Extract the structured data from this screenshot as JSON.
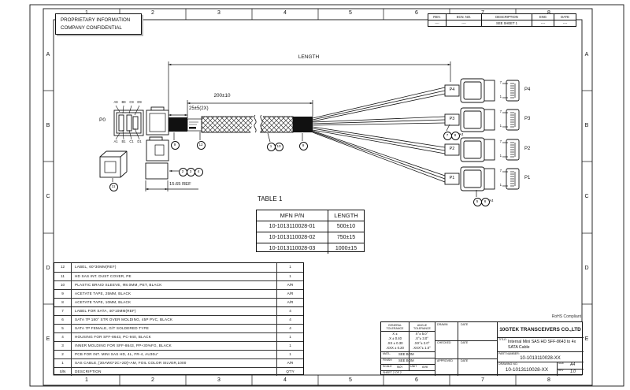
{
  "sheet": {
    "grid_cols": [
      "1",
      "2",
      "3",
      "4",
      "5",
      "6",
      "7",
      "8"
    ],
    "grid_rows": [
      "A",
      "B",
      "C",
      "D",
      "E"
    ],
    "rohs": "RoHS Compliant"
  },
  "confidential": {
    "line1": "PROPRIETARY INFORMATION",
    "line2": "COMPANY CONFIDENTIAL"
  },
  "revision_table": {
    "col_rev": "REV.",
    "col_ecn": "ECN. NO.",
    "col_desc": "DESCRIPTION",
    "col_eng": "ENG",
    "col_date": "DATE",
    "val_rev": "----",
    "val_ecn": "----",
    "val_desc": "SEE SHEET 1",
    "val_eng": "----",
    "val_date": "----"
  },
  "drawing": {
    "length_label": "LENGTH",
    "dim_200": "200±10",
    "dim_25": "25±5(2X)",
    "dim_1565": "15.65 REF",
    "p0": {
      "label": "P0",
      "pins_top": [
        "A9",
        "B9",
        "C9",
        "D9"
      ],
      "pins_bottom": [
        "A1",
        "B1",
        "C1",
        "D1"
      ]
    },
    "sata": {
      "ports": [
        "P4",
        "P3",
        "P2",
        "P1"
      ],
      "pin_top": "7",
      "pin_bottom": "1",
      "x4": "X4"
    },
    "balloons": {
      "b1": "1",
      "b2": "2",
      "b3": "3",
      "b4": "4",
      "b5": "5",
      "b6": "6",
      "b7": "7",
      "b8": "8",
      "b9": "9",
      "b10": "10",
      "b11": "11",
      "b12": "12"
    }
  },
  "table1": {
    "title": "TABLE 1",
    "col_pn": "MFN P/N",
    "col_len": "LENGTH",
    "rows": [
      {
        "pn": "10-1013110028-01",
        "len": "500±10"
      },
      {
        "pn": "10-1013110028-02",
        "len": "750±15"
      },
      {
        "pn": "10-1013110028-03",
        "len": "1000±15"
      }
    ]
  },
  "bom": {
    "rows": [
      {
        "sn": "12",
        "desc": "LABEL, 60*30MM(REF)",
        "qty": "1"
      },
      {
        "sn": "11",
        "desc": "HD SAS INT. DUST COVER, PE",
        "qty": "1"
      },
      {
        "sn": "10",
        "desc": "PLASTIC BRAID SLEEVE, Φ8.0MM, PET, BLACK",
        "qty": "A/R"
      },
      {
        "sn": "9",
        "desc": "ACETATE TAPE, 25MM, BLACK",
        "qty": "A/R"
      },
      {
        "sn": "8",
        "desc": "ACETATE TAPE, 10MM, BLACK",
        "qty": "A/R"
      },
      {
        "sn": "7",
        "desc": "LABEL FOR SATA, 40*10MM(REF)",
        "qty": "4"
      },
      {
        "sn": "6",
        "desc": "SATA 7P 180° STR OVER MOLDING, 45P PVC, BLACK",
        "qty": "4"
      },
      {
        "sn": "5",
        "desc": "SATA 7P FEMALE, G/T SOLDERED TYPE",
        "qty": "4"
      },
      {
        "sn": "4",
        "desc": "HOUSING FOR SFF-8643, PC-940, BLACK",
        "qty": "1"
      },
      {
        "sn": "3",
        "desc": "INNER MOLDING FOR SFF-8643, PP+30%FG, BLACK",
        "qty": "1"
      },
      {
        "sn": "2",
        "desc": "PCB FOR INT. MINI SAS HD, 4L, FR-4, AU30u\"",
        "qty": "1"
      },
      {
        "sn": "1",
        "desc": "SAS CABLE, [30AWG*2C+2D]+AM, FOIL COLOR SILVER,1000",
        "qty": "A/R"
      },
      {
        "sn": "S/N",
        "desc": "DESCRIPTION",
        "qty": "Q'TY"
      }
    ]
  },
  "title_block": {
    "general_tol": "GENERAL TOLERANCE",
    "angle_tol": "ANGLE TOLERANCE",
    "tol": [
      {
        "g": "X ±",
        "a": "X°± 5.0°"
      },
      {
        "g": ".X ± 0.40",
        "a": ".X°± 3.0°"
      },
      {
        "g": ".XX ± 0.30",
        "a": ".XX°± 2.0°"
      },
      {
        "g": ".XXX ± 0.20",
        "a": ".XXX°± 1.0°"
      }
    ],
    "matl_label": "MATL.",
    "matl_value": "SEE BOM",
    "finish_label": "FINISH",
    "finish_value": "SEE BOM",
    "scale_label": "SCALE",
    "scale_value": "N/A",
    "unit_label": "UNIT",
    "unit_value": "mm",
    "sheet_label": "SHEET 2 OF 2",
    "drawn_label": "DRAWN",
    "checked_label": "CHECKED",
    "approved_label": "APPROVED",
    "date_label": "DATE",
    "company": "10GTEK TRANSCEIVERS CO.,LTD",
    "title_label": "TITLE:",
    "title_value": "Internal Mini SAS HD SFF-8643 to 4x SATA Cable",
    "pn_label": "PART NUMBER:",
    "pn_value": "10-1013110028-XX",
    "dwg_label": "DRAWING NO.",
    "dwg_value": "10-1013110028-XX",
    "size_label": "SIZE",
    "size_value": "A4",
    "rev_label": "REV",
    "rev_value": "1.0"
  }
}
